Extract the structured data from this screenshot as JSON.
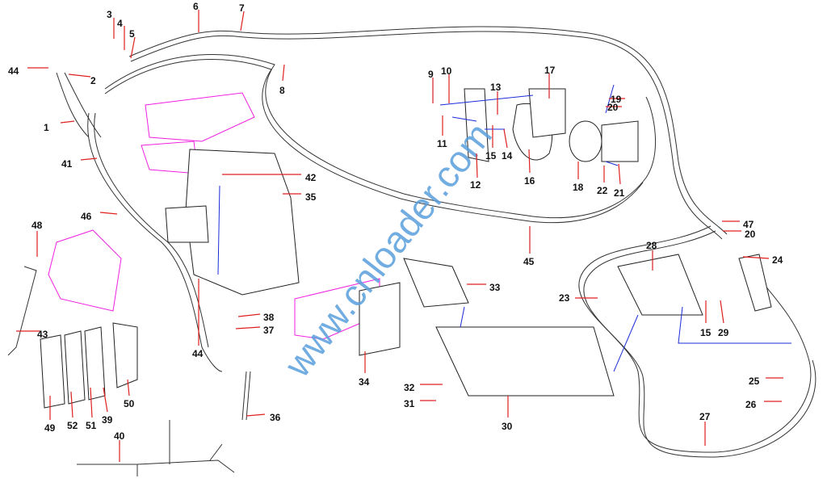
{
  "watermark": "www.cnloader.com",
  "callouts": [
    "3",
    "4",
    "5",
    "6",
    "7",
    "44",
    "2",
    "8",
    "1",
    "41",
    "46",
    "48",
    "43",
    "49",
    "52",
    "51",
    "39",
    "50",
    "40",
    "42",
    "35",
    "44",
    "38",
    "37",
    "36",
    "34",
    "33",
    "32",
    "31",
    "30",
    "9",
    "10",
    "13",
    "17",
    "11",
    "15",
    "14",
    "12",
    "16",
    "18",
    "19",
    "20",
    "22",
    "21",
    "45",
    "47",
    "20",
    "24",
    "28",
    "23",
    "15",
    "29",
    "25",
    "26",
    "27"
  ],
  "colors": {
    "leader": "#e02020",
    "assembly": "#1a2cd8",
    "highlight": "#f020e0",
    "watermark": "#5a9fdc"
  }
}
